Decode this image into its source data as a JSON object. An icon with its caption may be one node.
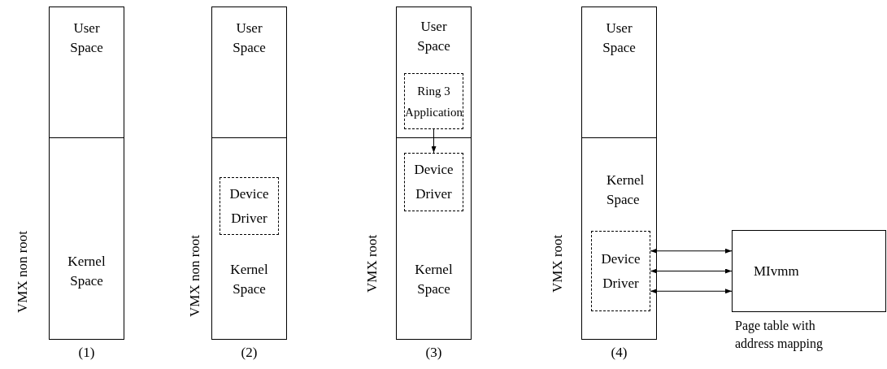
{
  "diagram": {
    "nodes": [
      {
        "text": [],
        "shape": "box",
        "beside": [
          "VMX non root",
          "(1)"
        ]
      },
      {
        "text": [
          "User Space"
        ],
        "in": 0
      },
      {
        "text": [
          "Kernel Space"
        ],
        "in": 0
      },
      {
        "text": [],
        "shape": "box",
        "beside": [
          "VMX non root",
          "(2)"
        ]
      },
      {
        "text": [
          "User Space"
        ],
        "in": 3
      },
      {
        "text": [
          "Kernel Space"
        ],
        "in": 3
      },
      {
        "text": [
          "Device Driver"
        ],
        "in": 5
      },
      {
        "text": [],
        "shape": "box",
        "beside": [
          "VMX root",
          "(3)"
        ]
      },
      {
        "text": [
          "User Space"
        ],
        "in": 7
      },
      {
        "text": [
          "Ring 3 Application"
        ],
        "in": 8
      },
      {
        "text": [
          "Kernel Space"
        ],
        "in": 7
      },
      {
        "text": [
          "Device Driver"
        ],
        "in": 10
      },
      {
        "text": [],
        "shape": "box",
        "beside": [
          "VMX root",
          "(4)"
        ]
      },
      {
        "text": [
          "User Space"
        ],
        "in": 12
      },
      {
        "text": [
          "Kernel Space"
        ],
        "in": 12
      },
      {
        "text": [
          "Device Driver"
        ],
        "in": 14
      },
      {
        "text": [
          "MIvmm"
        ],
        "beside": [
          "Page table with address mapping"
        ]
      }
    ],
    "edges": [
      {
        "from": 9,
        "to": 11,
        "arrow": "to"
      },
      {
        "from": 15,
        "to": 16,
        "arrow": "both"
      },
      {
        "from": 15,
        "to": 16,
        "arrow": "both"
      },
      {
        "from": 15,
        "to": 16,
        "arrow": "both"
      }
    ]
  }
}
